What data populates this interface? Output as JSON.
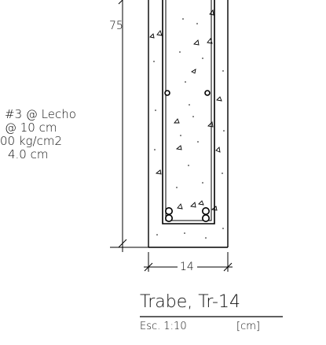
{
  "drawing": {
    "notes": [
      "#3 @ Lecho",
      "@ 10 cm",
      "00 kg/cm2",
      "4.0 cm"
    ],
    "dimensions": {
      "height": "75",
      "width": "14"
    },
    "title": "Trabe, Tr-14",
    "scale_label": "Esc.  1:10",
    "unit_label": "[cm]"
  }
}
